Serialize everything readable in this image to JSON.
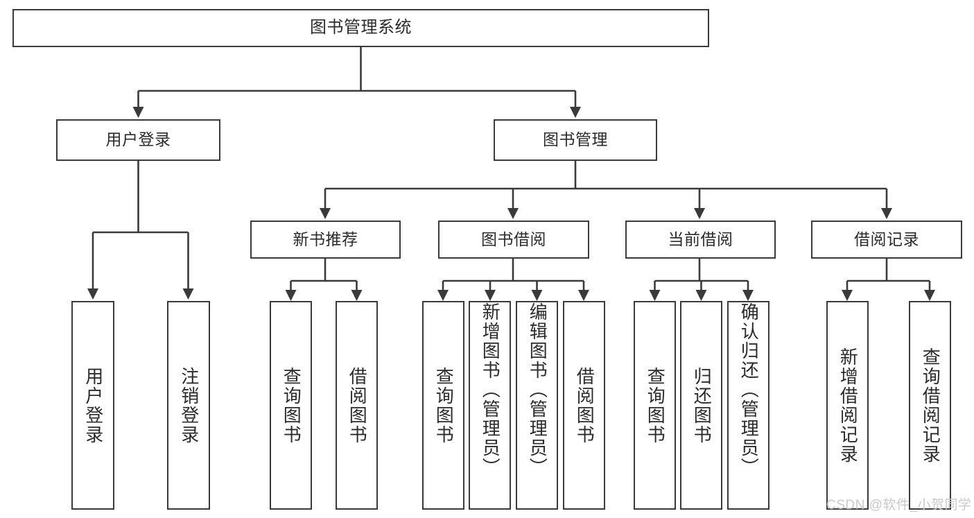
{
  "diagram": {
    "title": "图书管理系统",
    "type": "tree-hierarchy-diagram",
    "colors": {
      "box_border": "#3a3a3a",
      "box_fill": "#ffffff",
      "text": "#2b2b2b",
      "edge": "#3a3a3a",
      "watermark": "#c9c9c9",
      "background": "#ffffff"
    },
    "root": {
      "label": "图书管理系统"
    },
    "level2": [
      {
        "label": "用户登录"
      },
      {
        "label": "图书管理"
      }
    ],
    "level3": [
      {
        "label": "新书推荐"
      },
      {
        "label": "图书借阅"
      },
      {
        "label": "当前借阅"
      },
      {
        "label": "借阅记录"
      }
    ],
    "leaves": {
      "user_login": [
        {
          "label": "用户登录"
        },
        {
          "label": "注销登录"
        }
      ],
      "new_book_recommend": [
        {
          "label": "查询图书"
        },
        {
          "label": "借阅图书"
        }
      ],
      "book_borrow": [
        {
          "label": "查询图书"
        },
        {
          "label": "新增图书（管理员）"
        },
        {
          "label": "编辑图书（管理员）"
        },
        {
          "label": "借阅图书"
        }
      ],
      "current_borrow": [
        {
          "label": "查询图书"
        },
        {
          "label": "归还图书"
        },
        {
          "label": "确认归还（管理员）"
        }
      ],
      "borrow_record": [
        {
          "label": "新增借阅记录"
        },
        {
          "label": "查询借阅记录"
        }
      ]
    }
  },
  "watermark": {
    "text": "CSDN @软件_小贺同学"
  }
}
